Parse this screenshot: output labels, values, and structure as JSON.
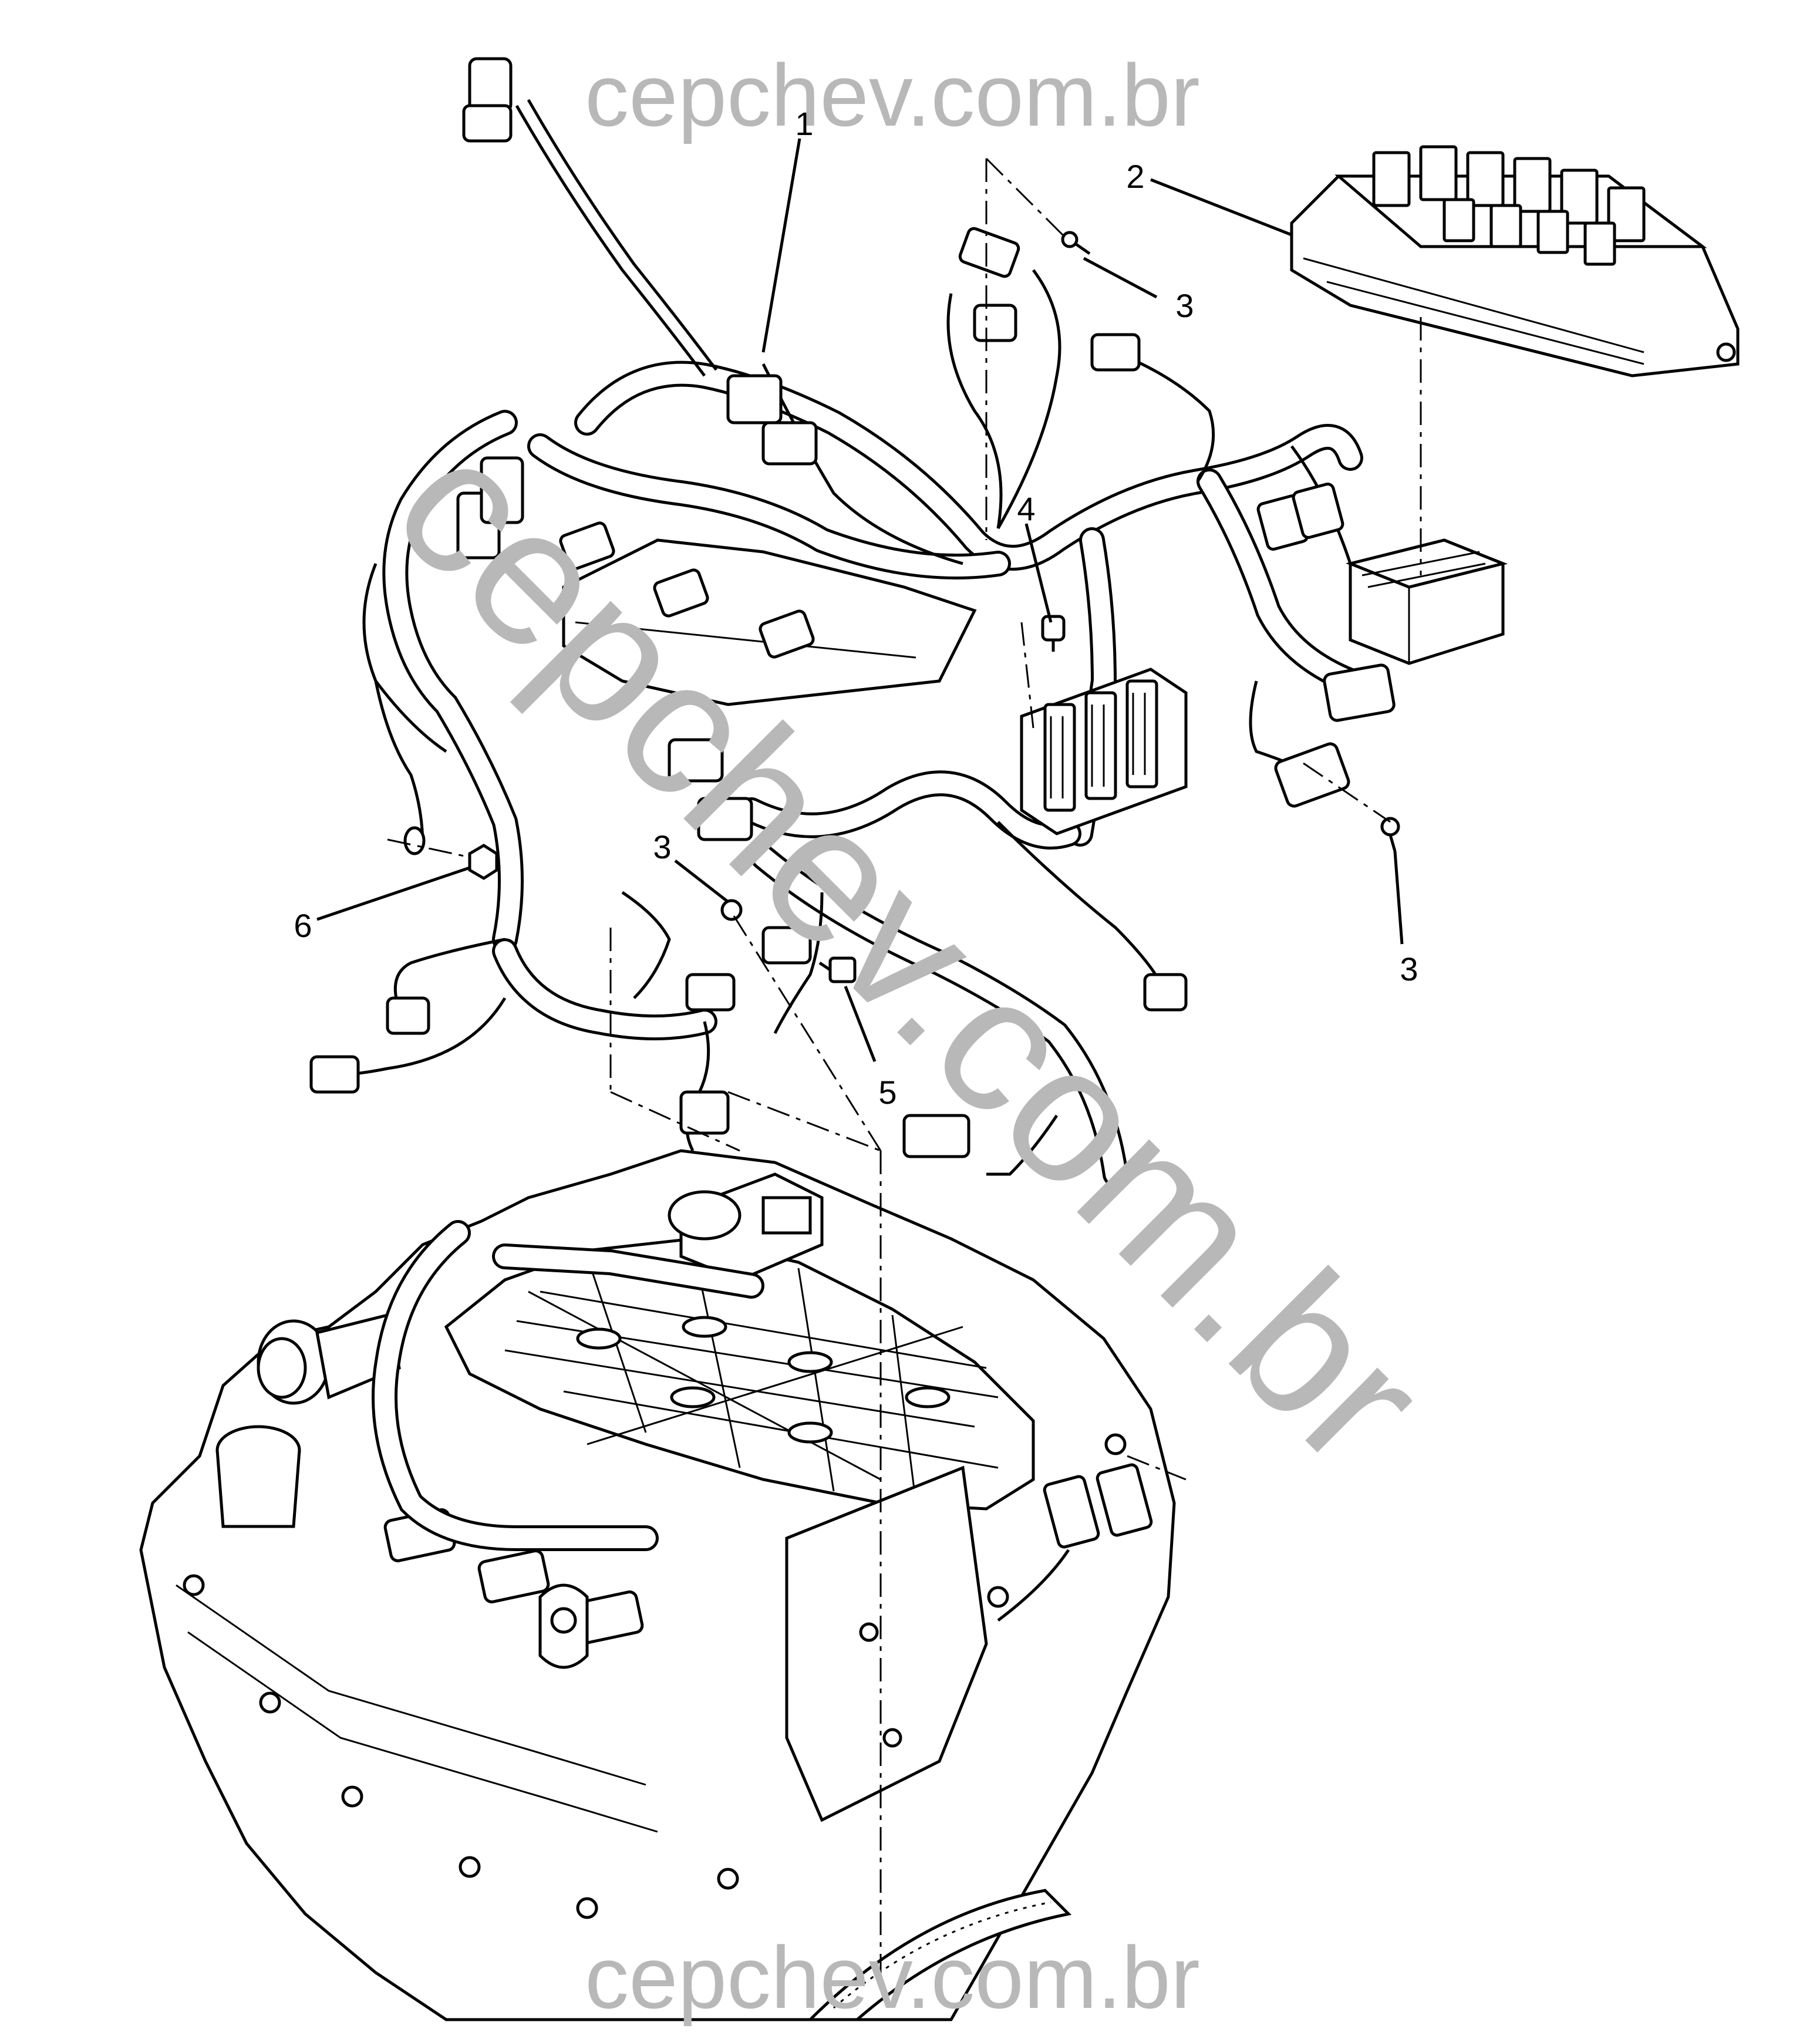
{
  "watermarks": {
    "top": "cepchev.com.br",
    "diagonal": "cepchev.com.br",
    "bottom": "cepchev.com.br"
  },
  "callouts": [
    {
      "id": "c1",
      "label": "1"
    },
    {
      "id": "c2",
      "label": "2"
    },
    {
      "id": "c3a",
      "label": "3"
    },
    {
      "id": "c3b",
      "label": "3"
    },
    {
      "id": "c3c",
      "label": "3"
    },
    {
      "id": "c4",
      "label": "4"
    },
    {
      "id": "c5",
      "label": "5"
    },
    {
      "id": "c6",
      "label": "6"
    }
  ],
  "colors": {
    "line": "#000000",
    "watermark": "#b8b8b8",
    "background": "#ffffff"
  }
}
